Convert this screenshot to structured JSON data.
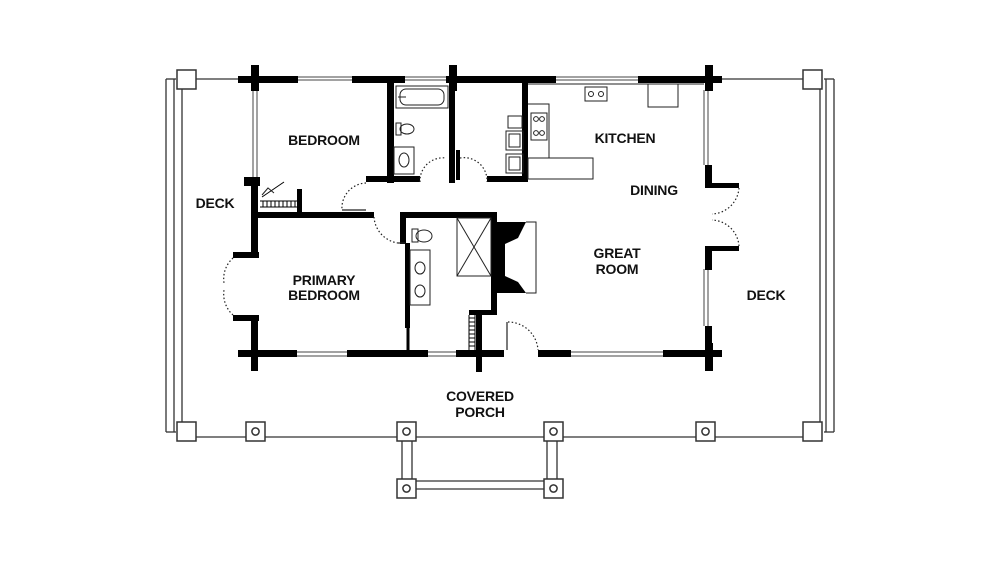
{
  "rooms": {
    "bedroom": "BEDROOM",
    "kitchen": "KITCHEN",
    "dining": "DINING",
    "deck_left": "DECK",
    "great_room_line1": "GREAT",
    "great_room_line2": "ROOM",
    "primary_bedroom_line1": "PRIMARY",
    "primary_bedroom_line2": "BEDROOM",
    "deck_right": "DECK",
    "covered_porch_line1": "COVERED",
    "covered_porch_line2": "PORCH"
  },
  "colors": {
    "wall": "#000000",
    "line": "#333333",
    "background": "#ffffff"
  }
}
